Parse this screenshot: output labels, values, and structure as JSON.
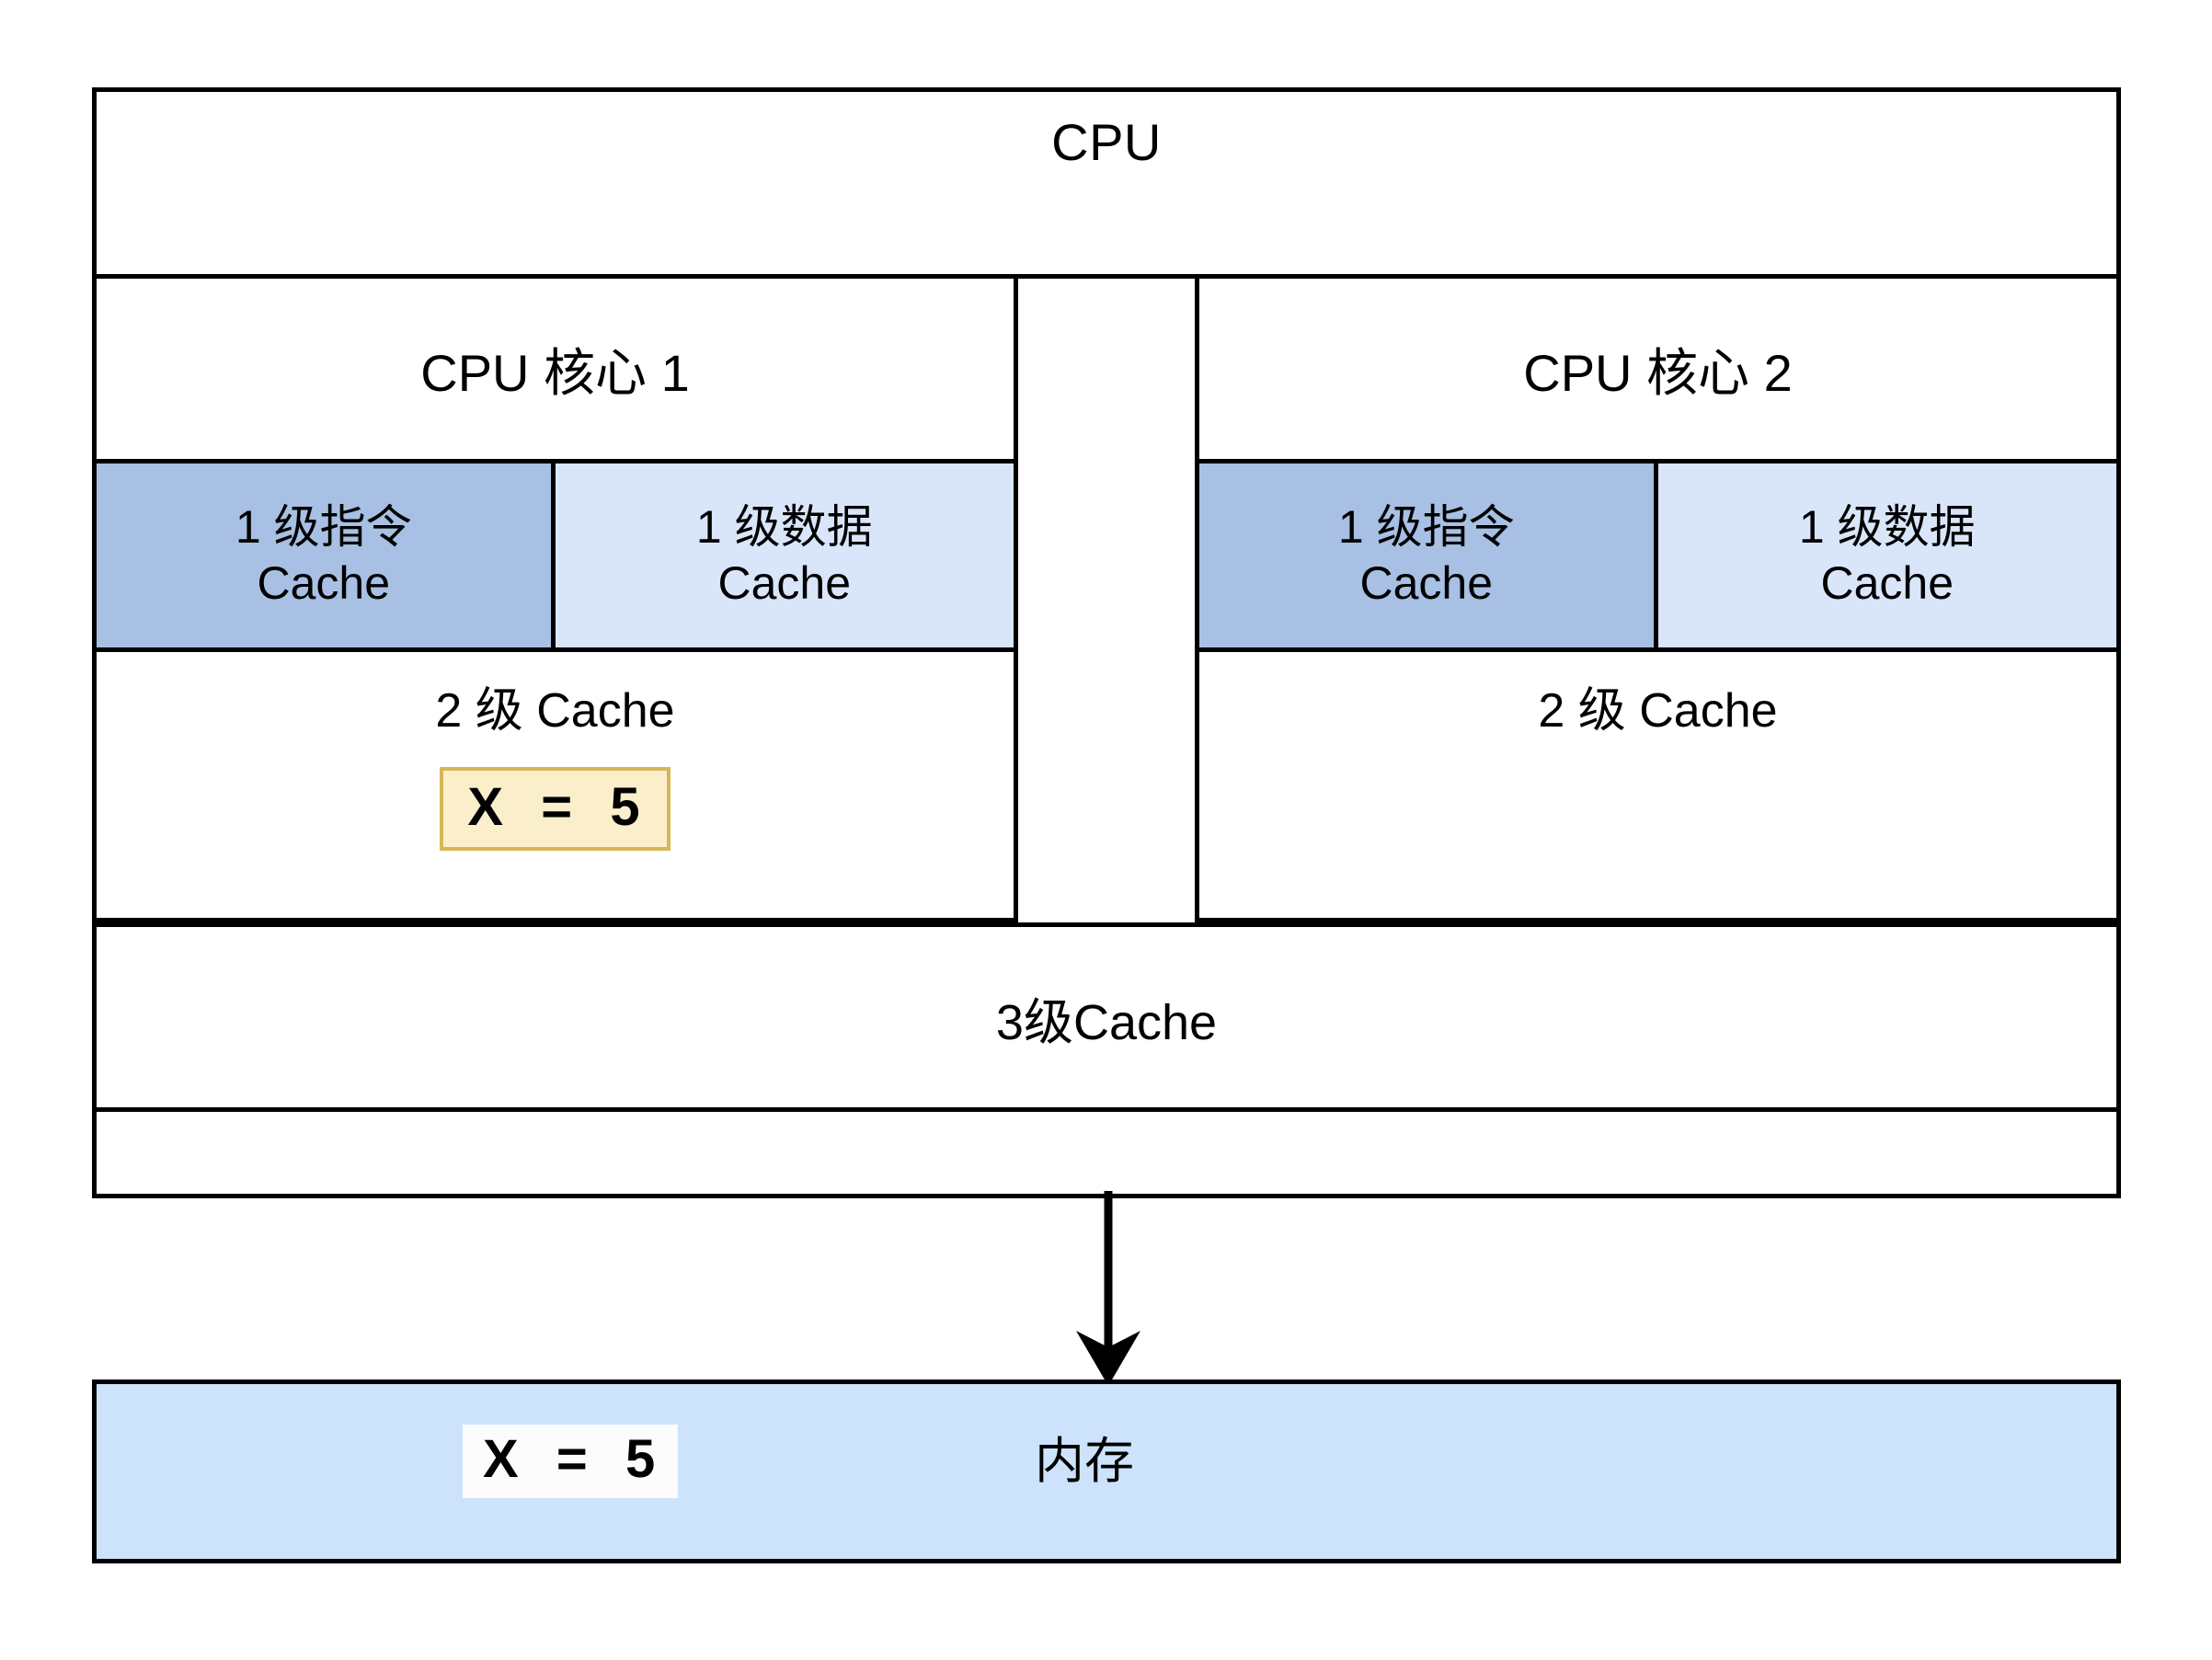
{
  "diagram": {
    "title": "CPU cache hierarchy with two cores and main memory",
    "colors": {
      "l1_instruction_fill": "#a7c0e3",
      "l1_data_fill": "#d9e6f9",
      "memory_fill": "#cde3fb",
      "value_chip_fill": "#fbefcb",
      "value_chip_border": "#d6b656",
      "stroke": "#000000",
      "background": "#ffffff"
    }
  },
  "cpu": {
    "label": "CPU",
    "cores": [
      {
        "title": "CPU 核心 1",
        "l1_instruction": {
          "line1": "1 级指令",
          "line2": "Cache"
        },
        "l1_data": {
          "line1": "1 级数据",
          "line2": "Cache"
        },
        "l2_label": "2 级 Cache",
        "value_chip": "X  =  5",
        "has_value_chip": true
      },
      {
        "title": "CPU 核心 2",
        "l1_instruction": {
          "line1": "1 级指令",
          "line2": "Cache"
        },
        "l1_data": {
          "line1": "1 级数据",
          "line2": "Cache"
        },
        "l2_label": "2 级 Cache",
        "value_chip": "",
        "has_value_chip": false
      }
    ],
    "l3_label": "3级Cache"
  },
  "memory": {
    "value": "X  =  5",
    "label": "内存"
  },
  "connector": {
    "name": "cpu-to-memory-arrow",
    "direction": "down"
  }
}
